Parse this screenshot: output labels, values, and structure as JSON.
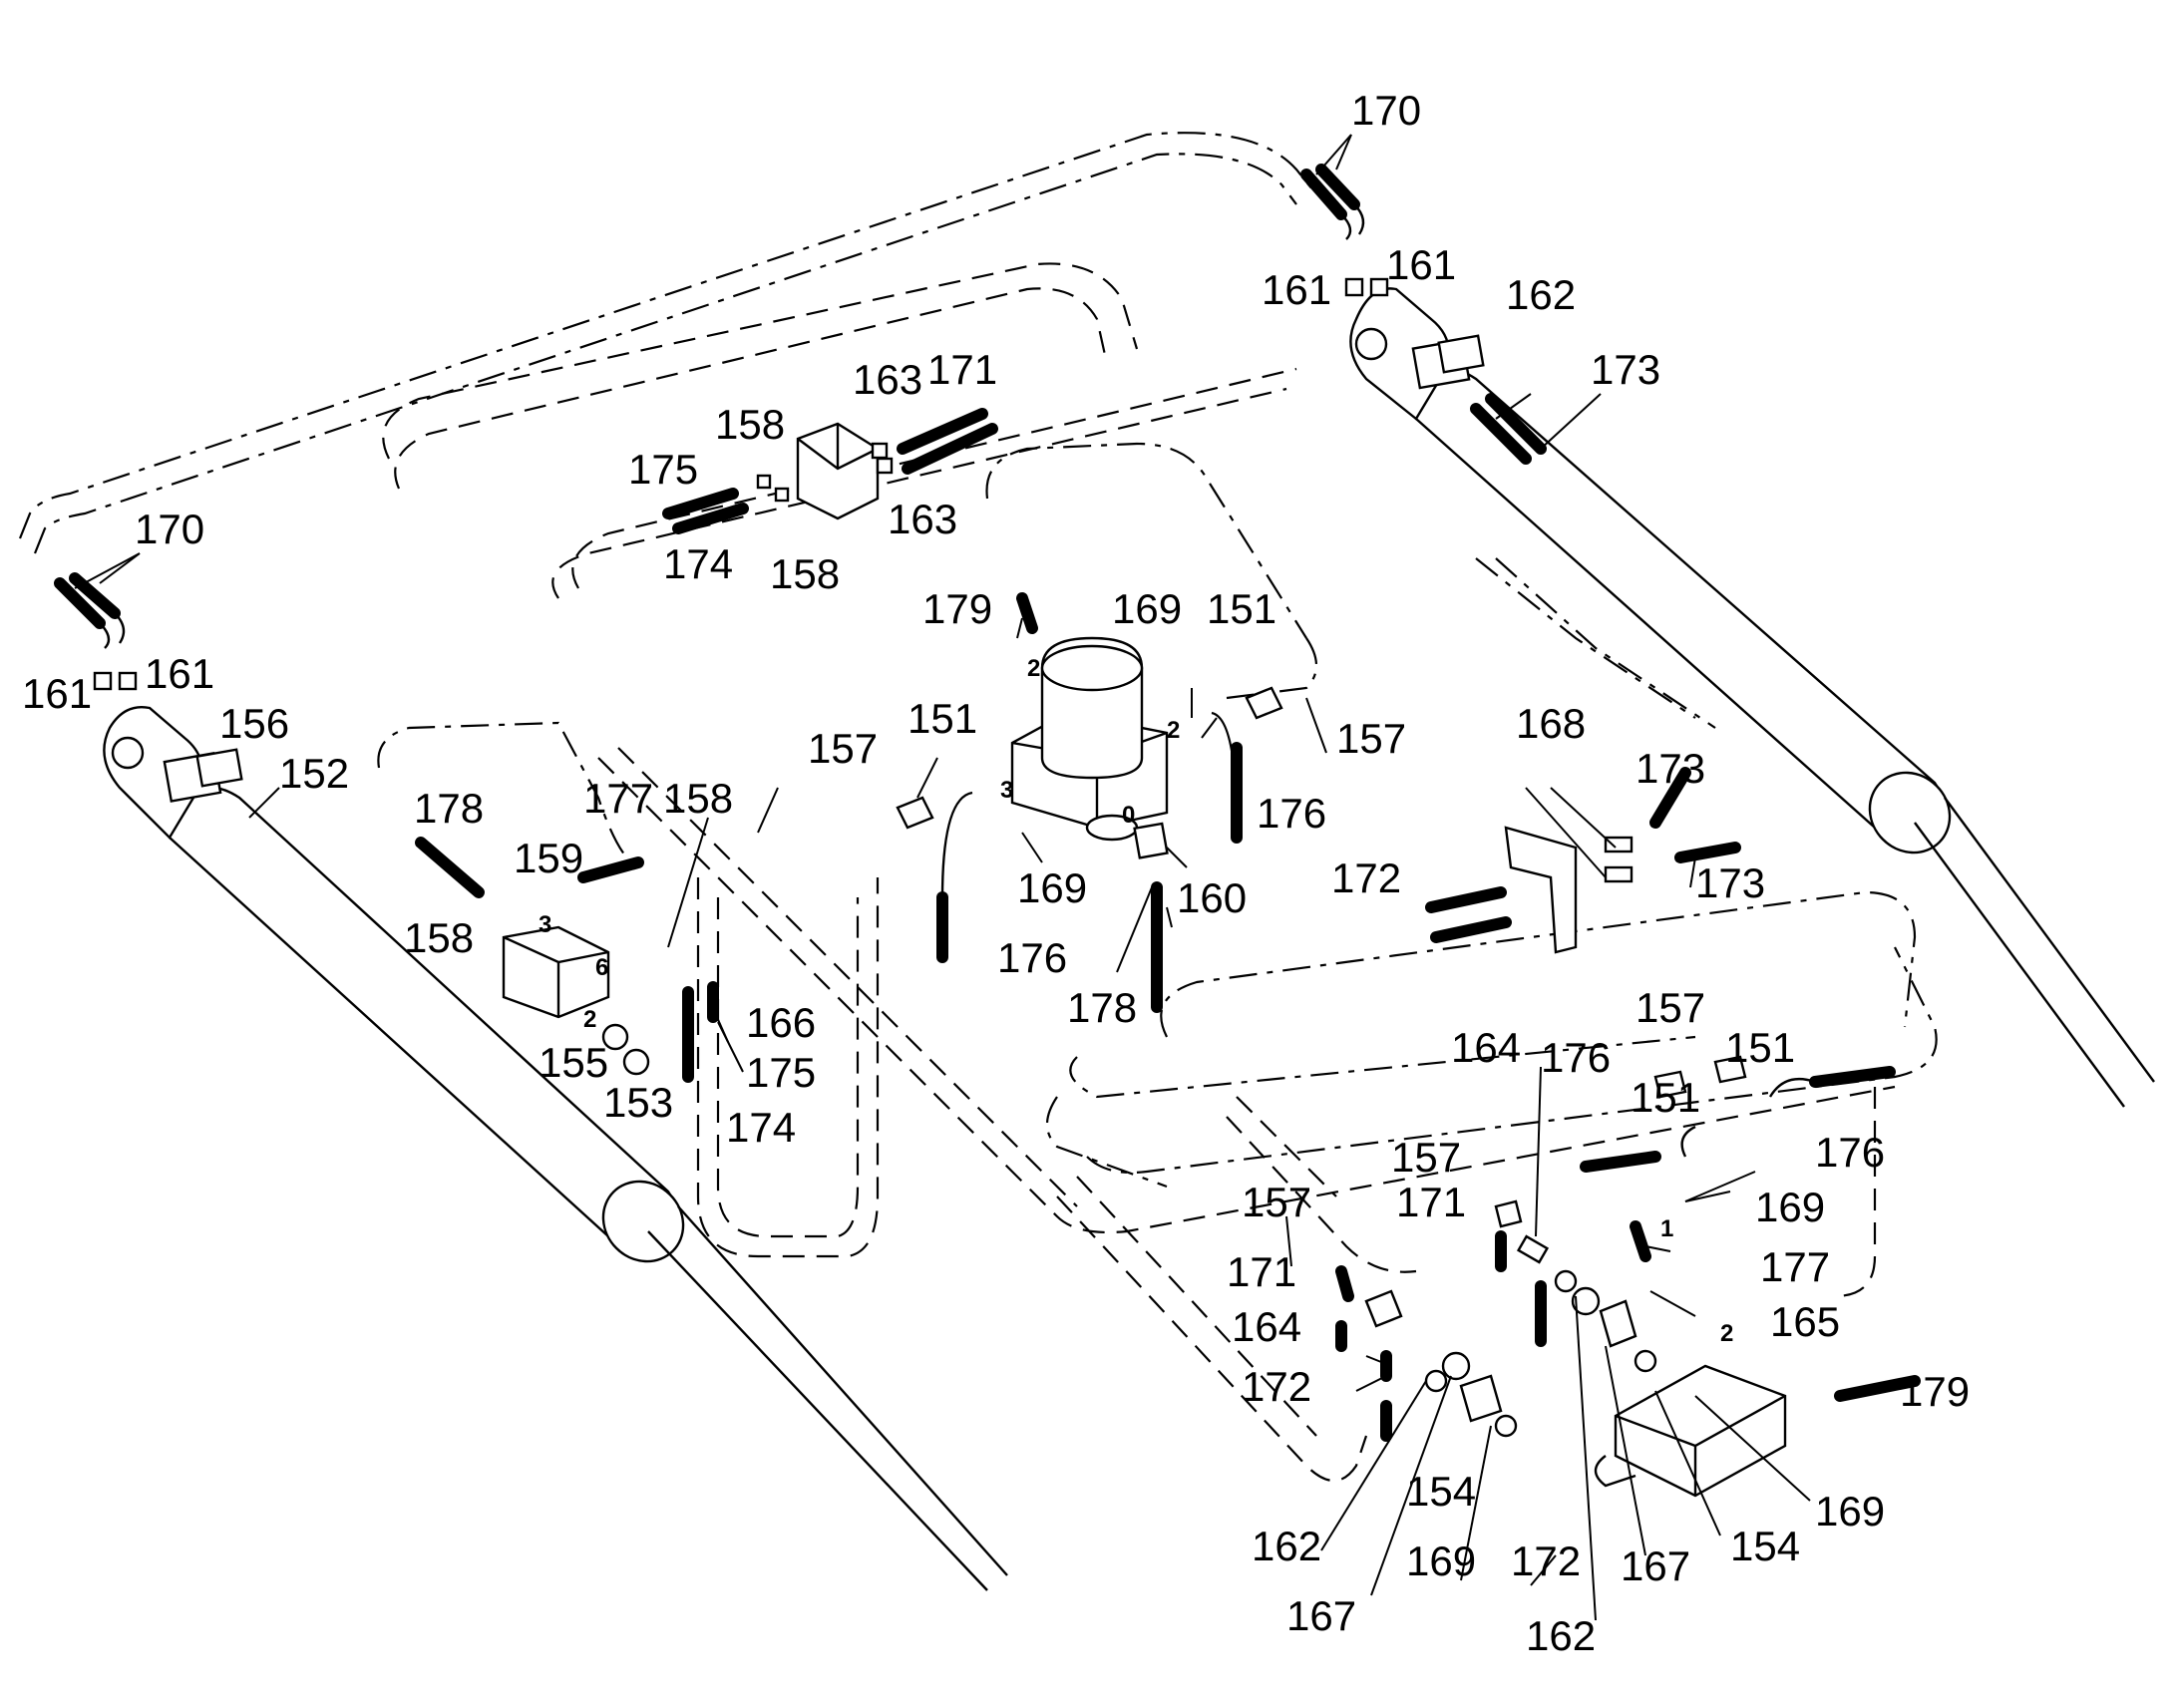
{
  "diagram": {
    "type": "hydraulic exploded parts diagram",
    "callouts": [
      {
        "id": "c170a",
        "text": "170"
      },
      {
        "id": "c170b",
        "text": "170"
      },
      {
        "id": "c161a",
        "text": "161"
      },
      {
        "id": "c161b",
        "text": "161"
      },
      {
        "id": "c161c",
        "text": "161"
      },
      {
        "id": "c161d",
        "text": "161"
      },
      {
        "id": "c162a",
        "text": "162"
      },
      {
        "id": "c162b",
        "text": "162"
      },
      {
        "id": "c162c",
        "text": "162"
      },
      {
        "id": "c173a",
        "text": "173"
      },
      {
        "id": "c173b",
        "text": "173"
      },
      {
        "id": "c173c",
        "text": "173"
      },
      {
        "id": "c163a",
        "text": "163"
      },
      {
        "id": "c163b",
        "text": "163"
      },
      {
        "id": "c171a",
        "text": "171"
      },
      {
        "id": "c171b",
        "text": "171"
      },
      {
        "id": "c171c",
        "text": "171"
      },
      {
        "id": "c158a",
        "text": "158"
      },
      {
        "id": "c158b",
        "text": "158"
      },
      {
        "id": "c158c",
        "text": "158"
      },
      {
        "id": "c158d",
        "text": "158"
      },
      {
        "id": "c175a",
        "text": "175"
      },
      {
        "id": "c175b",
        "text": "175"
      },
      {
        "id": "c174a",
        "text": "174"
      },
      {
        "id": "c174b",
        "text": "174"
      },
      {
        "id": "c179a",
        "text": "179"
      },
      {
        "id": "c179b",
        "text": "179"
      },
      {
        "id": "c169a",
        "text": "169"
      },
      {
        "id": "c169b",
        "text": "169"
      },
      {
        "id": "c169c",
        "text": "169"
      },
      {
        "id": "c169d",
        "text": "169"
      },
      {
        "id": "c169e",
        "text": "169"
      },
      {
        "id": "c151a",
        "text": "151"
      },
      {
        "id": "c151b",
        "text": "151"
      },
      {
        "id": "c151c",
        "text": "151"
      },
      {
        "id": "c151d",
        "text": "151"
      },
      {
        "id": "c157a",
        "text": "157"
      },
      {
        "id": "c157b",
        "text": "157"
      },
      {
        "id": "c157c",
        "text": "157"
      },
      {
        "id": "c157d",
        "text": "157"
      },
      {
        "id": "c157e",
        "text": "157"
      },
      {
        "id": "c156",
        "text": "156"
      },
      {
        "id": "c152",
        "text": "152"
      },
      {
        "id": "c178a",
        "text": "178"
      },
      {
        "id": "c178b",
        "text": "178"
      },
      {
        "id": "c177a",
        "text": "177"
      },
      {
        "id": "c177b",
        "text": "177"
      },
      {
        "id": "c159",
        "text": "159"
      },
      {
        "id": "c176a",
        "text": "176"
      },
      {
        "id": "c176b",
        "text": "176"
      },
      {
        "id": "c176c",
        "text": "176"
      },
      {
        "id": "c176d",
        "text": "176"
      },
      {
        "id": "c160",
        "text": "160"
      },
      {
        "id": "c168",
        "text": "168"
      },
      {
        "id": "c172a",
        "text": "172"
      },
      {
        "id": "c172b",
        "text": "172"
      },
      {
        "id": "c172c",
        "text": "172"
      },
      {
        "id": "c166",
        "text": "166"
      },
      {
        "id": "c155",
        "text": "155"
      },
      {
        "id": "c153",
        "text": "153"
      },
      {
        "id": "c164a",
        "text": "164"
      },
      {
        "id": "c164b",
        "text": "164"
      },
      {
        "id": "c165",
        "text": "165"
      },
      {
        "id": "c154a",
        "text": "154"
      },
      {
        "id": "c154b",
        "text": "154"
      },
      {
        "id": "c167a",
        "text": "167"
      },
      {
        "id": "c167b",
        "text": "167"
      }
    ],
    "port_marks": [
      {
        "id": "p2a",
        "text": "2"
      },
      {
        "id": "p2b",
        "text": "2"
      },
      {
        "id": "p3a",
        "text": "3"
      },
      {
        "id": "p0",
        "text": "0"
      },
      {
        "id": "p3b",
        "text": "3"
      },
      {
        "id": "p6",
        "text": "6"
      },
      {
        "id": "p2c",
        "text": "2"
      },
      {
        "id": "p1",
        "text": "1"
      },
      {
        "id": "p2d",
        "text": "2"
      }
    ]
  }
}
